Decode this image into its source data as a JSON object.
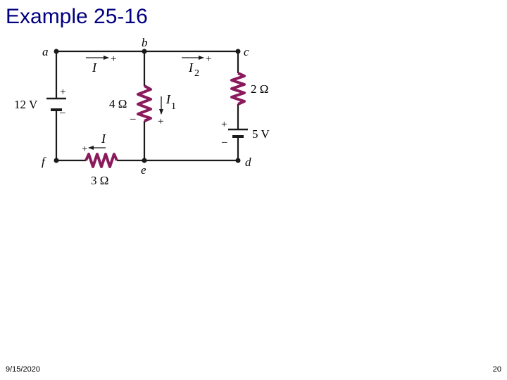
{
  "slide": {
    "title": "Example 25-16",
    "date": "9/15/2020",
    "page_number": "20"
  },
  "colors": {
    "title": "#000080",
    "wire": "#1a1a1a",
    "resistor": "#8b1a5c"
  },
  "circuit": {
    "nodes": {
      "a": "a",
      "b": "b",
      "c": "c",
      "d": "d",
      "e": "e",
      "f": "f"
    },
    "currents": {
      "I_top": "I",
      "I2_main": "I",
      "I2_sub": "2",
      "I1_main": "I",
      "I1_sub": "1",
      "I_bottom": "I"
    },
    "battery_12v": {
      "label": "12 V",
      "plus": "+",
      "minus": "–"
    },
    "battery_5v": {
      "label": "5 V",
      "plus": "+",
      "minus": "–"
    },
    "resistor_4": {
      "label": "4 Ω",
      "plus": "+",
      "minus": "–"
    },
    "resistor_2": {
      "label": "2 Ω"
    },
    "resistor_3": {
      "label": "3 Ω",
      "plus": "+"
    },
    "signs": {
      "top_left_plus": "+",
      "top_right_plus": "+"
    }
  }
}
